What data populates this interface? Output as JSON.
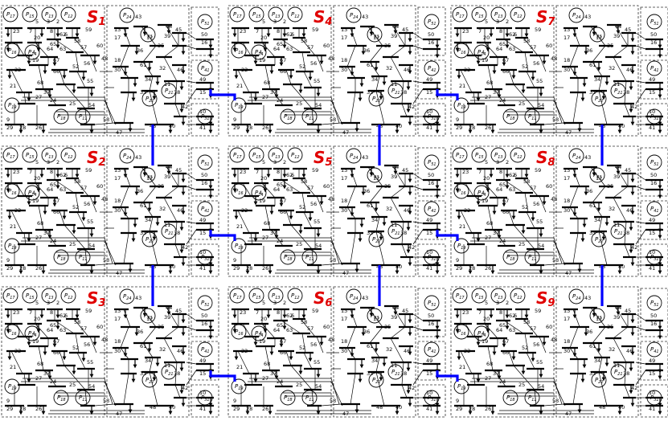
{
  "systems": [
    {
      "label": "S",
      "index": "1"
    },
    {
      "label": "S",
      "index": "4"
    },
    {
      "label": "S",
      "index": "7"
    },
    {
      "label": "S",
      "index": "2"
    },
    {
      "label": "S",
      "index": "5"
    },
    {
      "label": "S",
      "index": "8"
    },
    {
      "label": "S",
      "index": "3"
    },
    {
      "label": "S",
      "index": "6"
    },
    {
      "label": "S",
      "index": "9"
    }
  ],
  "generator_prefix": "P",
  "generators": [
    "17",
    "15",
    "13",
    "12",
    "16",
    "14",
    "19",
    "18",
    "11",
    "24",
    "23",
    "22",
    "21",
    "20",
    "51",
    "41",
    "31"
  ],
  "bus_numbers": [
    "7",
    "23",
    "5",
    "3",
    "2",
    "8",
    "62",
    "20",
    "58",
    "59",
    "1",
    "4",
    "65",
    "6",
    "64",
    "63",
    "22",
    "19",
    "67",
    "66",
    "52",
    "57",
    "60",
    "56",
    "55",
    "21",
    "68",
    "37",
    "27",
    "24",
    "9",
    "29",
    "28",
    "26",
    "25",
    "54",
    "53",
    "47",
    "48",
    "40",
    "43",
    "13",
    "17",
    "44",
    "36",
    "12",
    "35",
    "39",
    "45",
    "50",
    "16",
    "18",
    "30",
    "61",
    "32",
    "34",
    "33",
    "11",
    "38",
    "46",
    "49",
    "15",
    "42",
    "10",
    "41",
    "14"
  ],
  "colors": {
    "line": "#000000",
    "tie_line": "#0000ff",
    "label": "#e00000",
    "border": "#333333"
  }
}
